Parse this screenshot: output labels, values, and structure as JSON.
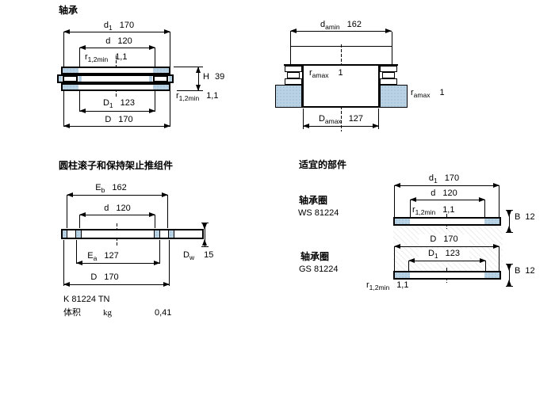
{
  "bearing": {
    "title": "轴承",
    "d1": {
      "b": "d",
      "s": "1",
      "v": "170"
    },
    "d": {
      "b": "d",
      "s": "",
      "v": "120"
    },
    "r_top": {
      "b": "r",
      "s": "1,2min",
      "v": "1,1"
    },
    "H": {
      "b": "H",
      "s": "",
      "v": "39"
    },
    "r_bot": {
      "b": "r",
      "s": "1,2min",
      "v": "1,1"
    },
    "D1": {
      "b": "D",
      "s": "1",
      "v": "123"
    },
    "D": {
      "b": "D",
      "s": "",
      "v": "170"
    }
  },
  "mounting": {
    "damin": {
      "b": "d",
      "s": "amin",
      "v": "162"
    },
    "ramax_in": {
      "b": "r",
      "s": "amax",
      "v": "1"
    },
    "ramax_out": {
      "b": "r",
      "s": "amax",
      "v": "1"
    },
    "Damax": {
      "b": "D",
      "s": "amax",
      "v": "127"
    }
  },
  "assembly": {
    "title": "圆柱滚子和保持架止推组件",
    "Eb": {
      "b": "E",
      "s": "b",
      "v": "162"
    },
    "d": {
      "b": "d",
      "s": "",
      "v": "120"
    },
    "Ea": {
      "b": "E",
      "s": "a",
      "v": "127"
    },
    "D": {
      "b": "D",
      "s": "",
      "v": "170"
    },
    "Dw": {
      "b": "D",
      "s": "w",
      "v": "15"
    },
    "designation": "K 81224 TN",
    "mass_label": "体积",
    "mass_unit": "kg",
    "mass_value": "0,41"
  },
  "parts": {
    "title": "适宜的部件",
    "ws_label": "轴承圈",
    "ws_designation": "WS 81224",
    "gs_label": "轴承圈",
    "gs_designation": "GS 81224",
    "w1": {
      "d1": {
        "b": "d",
        "s": "1",
        "v": "170"
      },
      "d": {
        "b": "d",
        "s": "",
        "v": "120"
      },
      "r": {
        "b": "r",
        "s": "1,2min",
        "v": "1,1"
      },
      "B": {
        "b": "B",
        "s": "",
        "v": "12"
      }
    },
    "w2": {
      "D": {
        "b": "D",
        "s": "",
        "v": "170"
      },
      "D1": {
        "b": "D",
        "s": "1",
        "v": "123"
      },
      "B": {
        "b": "B",
        "s": "",
        "v": "12"
      },
      "r": {
        "b": "r",
        "s": "1,2min",
        "v": "1,1"
      }
    }
  },
  "colors": {
    "hatch_fill": "#b9d3e5",
    "hatch_dot": "#86a9c6",
    "line": "#000000",
    "background": "#ffffff"
  }
}
